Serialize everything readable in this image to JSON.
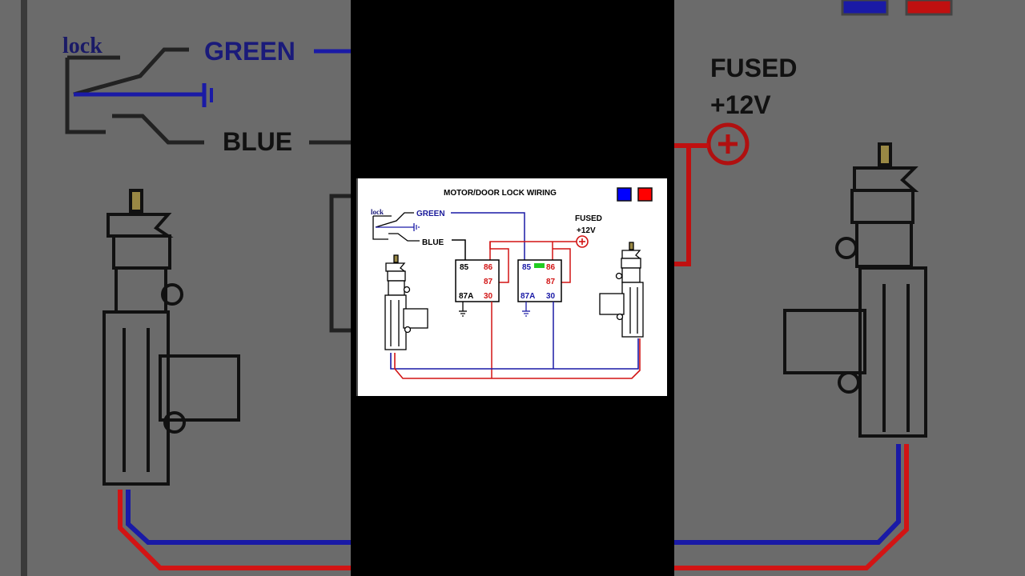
{
  "diagram": {
    "title": "MOTOR/DOOR LOCK WIRING",
    "legend_colors": [
      "#0000ff",
      "#ff0000"
    ],
    "switch_label": "lock",
    "wire_green": "GREEN",
    "wire_blue": "BLUE",
    "power_label_line1": "FUSED",
    "power_label_line2": "+12V",
    "relay_left": {
      "pin_85": "85",
      "pin_86": "86",
      "pin_87": "87",
      "pin_87a": "87A",
      "pin_30": "30"
    },
    "relay_right": {
      "pin_85": "85",
      "pin_86": "86",
      "pin_87": "87",
      "pin_87a": "87A",
      "pin_30": "30"
    }
  },
  "colors": {
    "wire_blue": "#1a1aa6",
    "wire_red": "#d21414",
    "wire_black": "#000000",
    "indicator_green": "#22cc22",
    "side_background": "#6b6b6b"
  },
  "icons": [
    "power-plus-icon",
    "ground-icon",
    "switch-icon",
    "lock-actuator-icon"
  ]
}
